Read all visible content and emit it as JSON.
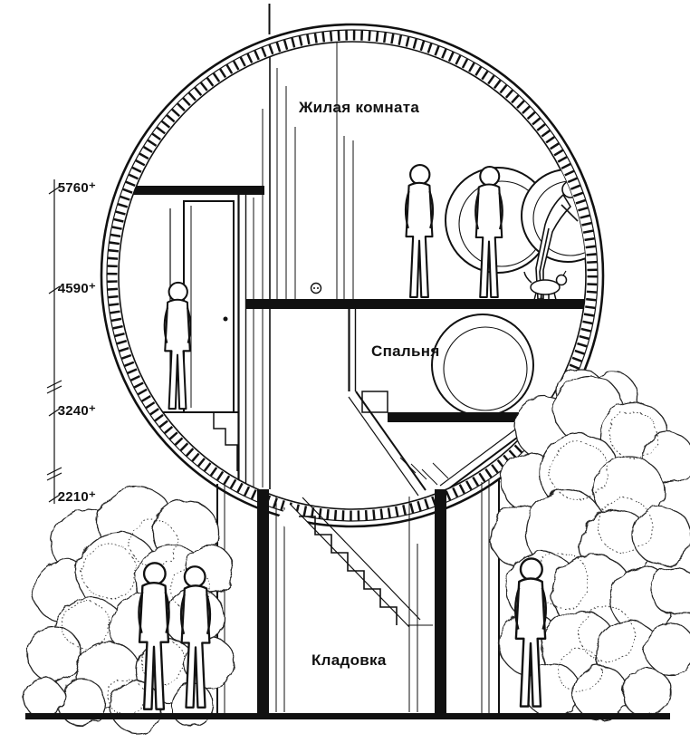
{
  "figure": {
    "kind": "architectural cross-section of a spherical house",
    "labels": {
      "living_room": "Жилая комната",
      "bedroom": "Спальня",
      "storage": "Кладовка"
    },
    "elevations": [
      {
        "label": "5760⁺"
      },
      {
        "label": "4590⁺"
      },
      {
        "label": "3240⁺"
      },
      {
        "label": "2210⁺"
      }
    ],
    "colors": {
      "ink": "#111111",
      "paper": "#ffffff"
    }
  }
}
